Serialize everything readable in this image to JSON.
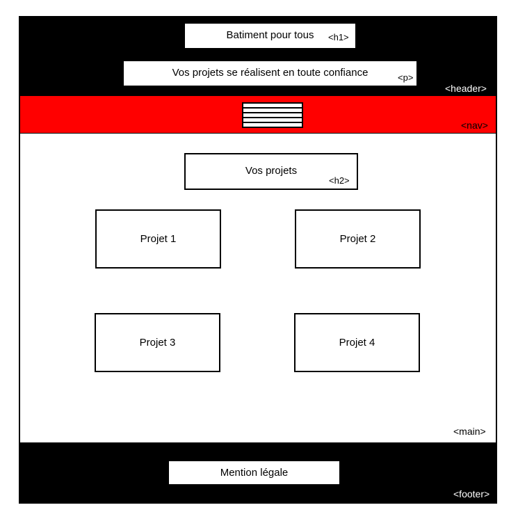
{
  "header": {
    "title": "Batiment pour tous",
    "title_tag": "<h1>",
    "subtitle": "Vos projets se réalisent en toute confiance",
    "subtitle_tag": "<p>",
    "tag": "<header>"
  },
  "nav": {
    "tag": "<nav>",
    "icon": "hamburger-menu-icon",
    "color": "#ff0000"
  },
  "main": {
    "heading": "Vos projets",
    "heading_tag": "<h2>",
    "projects": [
      "Projet 1",
      "Projet 2",
      "Projet 3",
      "Projet 4"
    ],
    "tag": "<main>"
  },
  "footer": {
    "legal": "Mention légale",
    "tag": "<footer>"
  }
}
